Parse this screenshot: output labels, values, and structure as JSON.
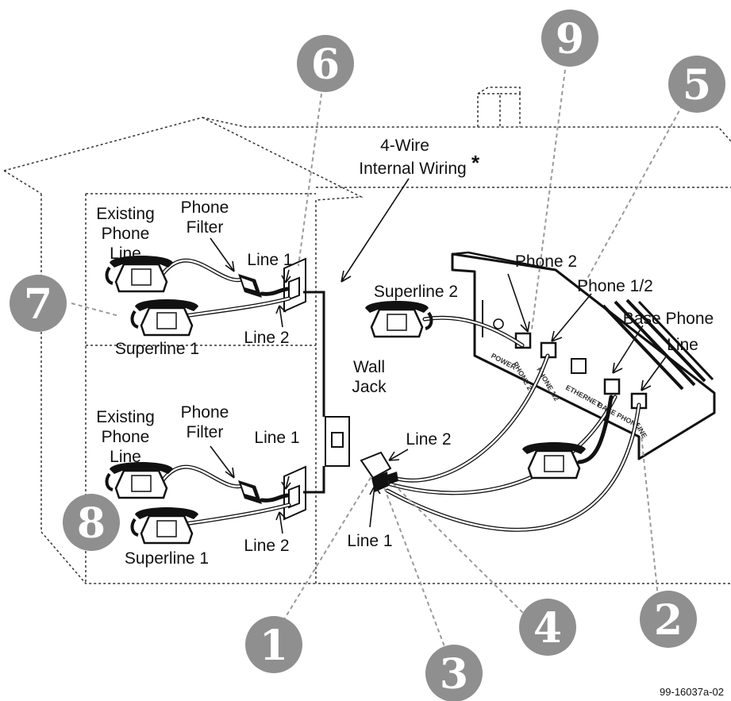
{
  "labels": {
    "four_wire_line1": "4-Wire",
    "four_wire_line2": "Internal Wiring",
    "asterisk": "*",
    "existing_phone_line_top": [
      "Existing",
      "Phone",
      "Line"
    ],
    "phone_filter_top": [
      "Phone",
      "Filter"
    ],
    "line1_top": "Line 1",
    "line2_top": "Line 2",
    "superline1_top": "Superline 1",
    "existing_phone_line_bottom": [
      "Existing",
      "Phone",
      "Line"
    ],
    "phone_filter_bottom": [
      "Phone",
      "Filter"
    ],
    "line1_bottom": "Line 1",
    "line2_bottom": "Line 2",
    "superline1_bottom": "Superline 1",
    "wall_jack": [
      "Wall",
      "Jack"
    ],
    "splitter_line2": "Line 2",
    "splitter_line1": "Line 1",
    "superline2": "Superline 2",
    "phone2": "Phone 2",
    "phone12": "Phone 1/2",
    "base_phone": "Base Phone",
    "line": "Line",
    "figure_code": "99-16037a-02"
  },
  "device_port_labels": [
    "POWER",
    "PHONE 2",
    "PHONE 1/2",
    "ETHERNET",
    "BASE PHONE",
    "LINE"
  ],
  "callouts": [
    "1",
    "2",
    "3",
    "4",
    "5",
    "6",
    "7",
    "8",
    "9"
  ],
  "colors": {
    "callout_fill": "#8f8f8f",
    "ink": "#111111",
    "leader": "#9a9a9a"
  }
}
